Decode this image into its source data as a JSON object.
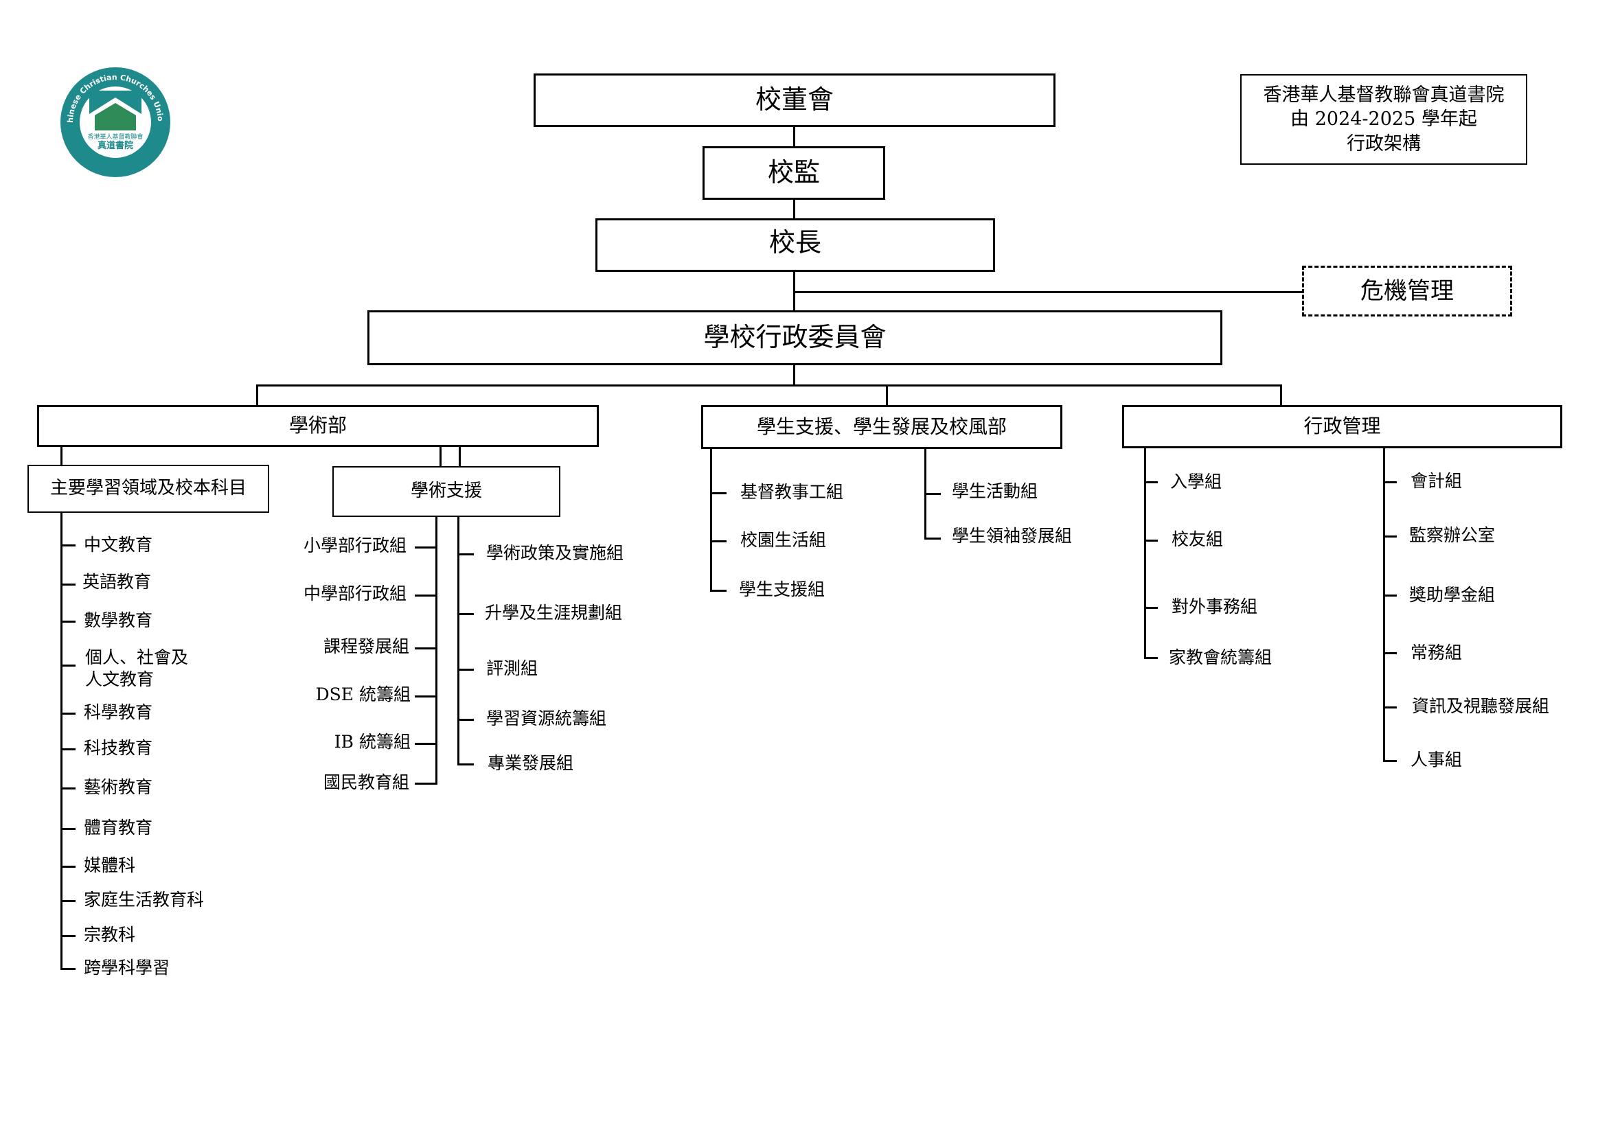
{
  "logo": {
    "ring_text": "The Hong Kong Chinese Christian Churches Union Logos Academy",
    "inner_text_1": "香港華人基督教聯會",
    "inner_text_2": "真道書院",
    "colors": {
      "teal": "#1f8a8c",
      "green": "#2e8b57",
      "white": "#ffffff"
    }
  },
  "title_box": {
    "line1": "香港華人基督教聯會真道書院",
    "line2": "由  2024-2025  學年起",
    "line3": "行政架構"
  },
  "top": {
    "board": "校董會",
    "supervisor": "校監",
    "principal": "校長",
    "crisis": "危機管理",
    "committee": "學校行政委員會"
  },
  "departments": {
    "academic": "學術部",
    "student": "學生支援、學生發展及校風部",
    "admin": "行政管理"
  },
  "academic": {
    "kla_title": "主要學習領域及校本科目",
    "kla_items": [
      "中文教育",
      "英語教育",
      "數學教育",
      "個人、社會及",
      "人文教育",
      "科學教育",
      "科技教育",
      "藝術教育",
      "體育教育",
      "媒體科",
      "家庭生活教育科",
      "宗教科",
      "跨學科學習"
    ],
    "support_title": "學術支援",
    "support_left": [
      "小學部行政組",
      "中學部行政組",
      "課程發展組",
      "DSE  統籌組",
      "IB  統籌組",
      "國民教育組"
    ],
    "support_right": [
      "學術政策及實施組",
      "升學及生涯規劃組",
      "評測組",
      "學習資源統籌組",
      "專業發展組"
    ]
  },
  "student": {
    "left": [
      "基督教事工組",
      "校園生活組",
      "學生支援組"
    ],
    "right": [
      "學生活動組",
      "學生領袖發展組"
    ]
  },
  "admin": {
    "left": [
      "入學組",
      "校友組",
      "對外事務組",
      "家教會統籌組"
    ],
    "right": [
      "會計組",
      "監察辦公室",
      "獎助學金組",
      "常務組",
      "資訊及視聽發展組",
      "人事組"
    ]
  }
}
